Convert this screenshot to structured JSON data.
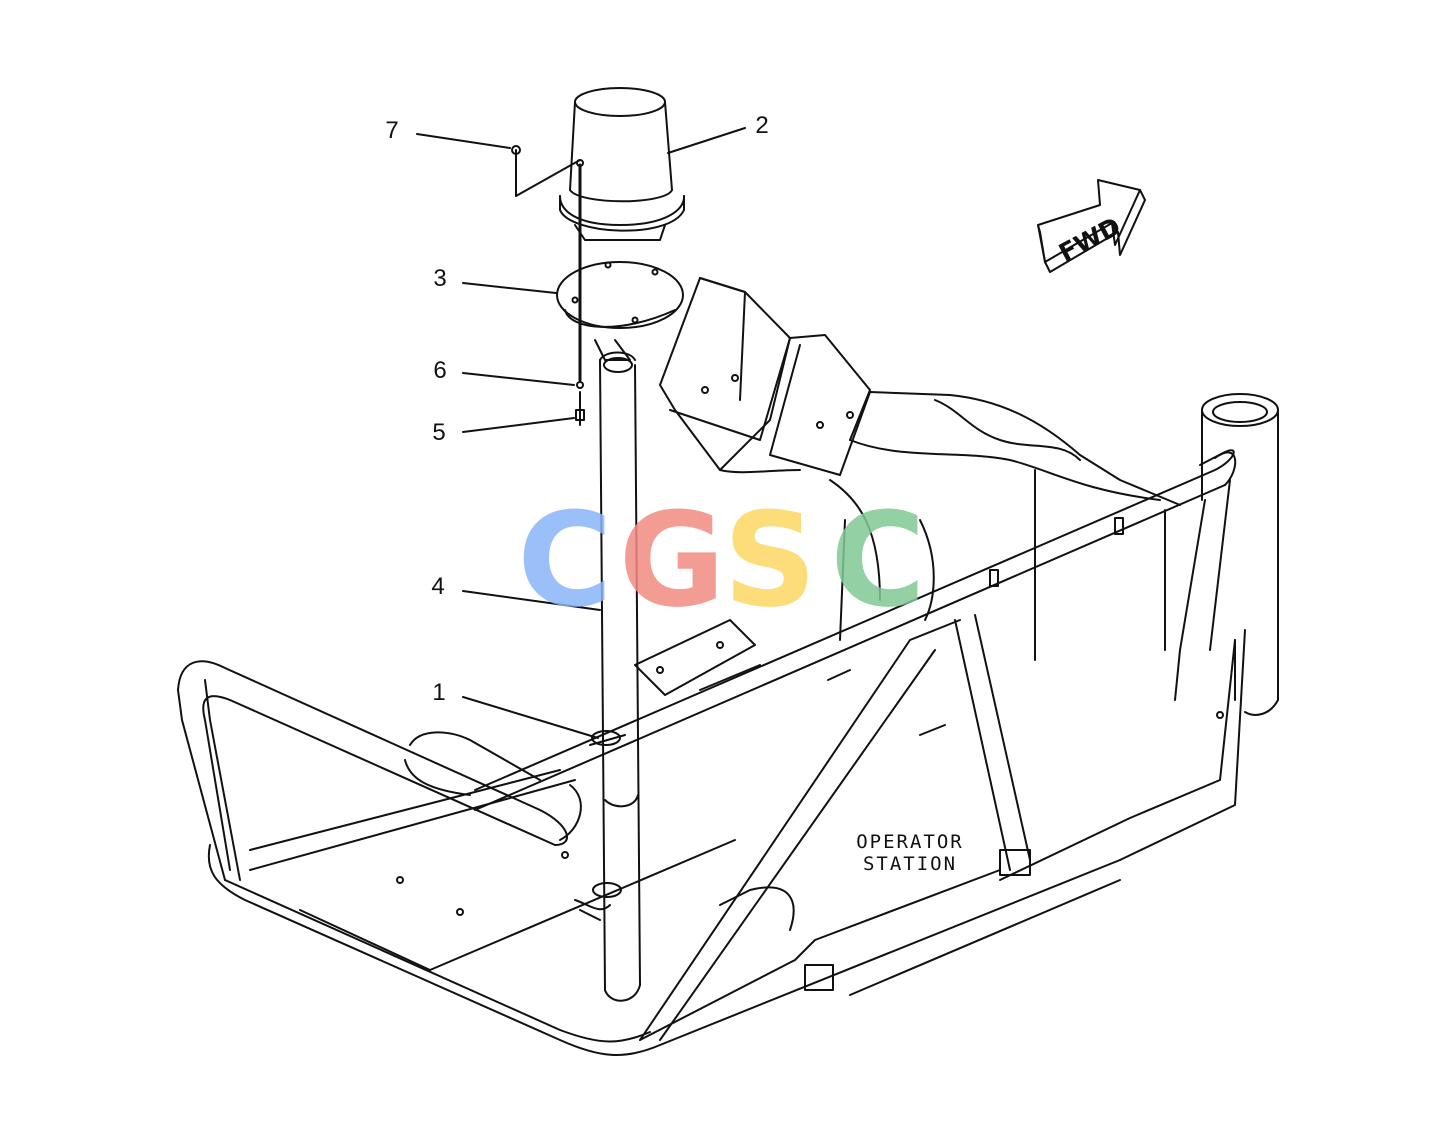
{
  "diagram": {
    "callouts": [
      {
        "number": "1"
      },
      {
        "number": "2"
      },
      {
        "number": "3"
      },
      {
        "number": "4"
      },
      {
        "number": "5"
      },
      {
        "number": "6"
      },
      {
        "number": "7"
      }
    ],
    "station_label_line1": "OPERATOR",
    "station_label_line2": "STATION",
    "direction_arrow_text": "FWD"
  },
  "watermark": {
    "letters": [
      "C",
      "G",
      "S",
      "C"
    ],
    "colors": [
      "#8ab4f8",
      "#f28b82",
      "#fdd663",
      "#81c995"
    ]
  }
}
